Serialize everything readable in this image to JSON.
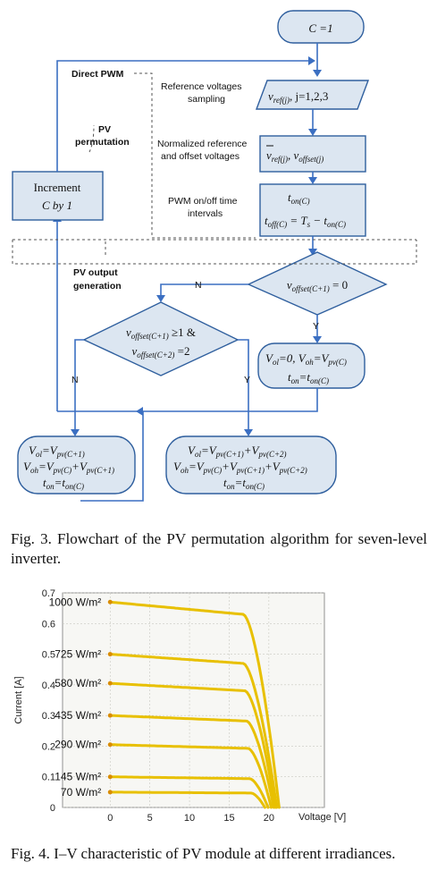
{
  "fig3": {
    "caption": "Fig. 3. Flowchart of the PV permutation algorithm for seven-level inverter.",
    "start": "C =1",
    "annotations": {
      "direct_pwm": "Direct PWM",
      "ref_sampling_1": "Reference voltages",
      "ref_sampling_2": "sampling",
      "normalized_1": "Normalized reference",
      "normalized_2": "and offset voltages",
      "pwm_times_1": "PWM on/off time",
      "pwm_times_2": "intervals",
      "pv_perm_1": "PV",
      "pv_perm_2": "permutation",
      "pv_output_1": "PV output",
      "pv_output_2": "generation"
    },
    "increment_1": "Increment",
    "increment_2": "C by 1",
    "ref_box": "v",
    "ref_box_sub": "ref(j)",
    "ref_box_tail": ", j=1,2,3",
    "labels": {
      "n1": "N",
      "y1": "Y",
      "n2": "N",
      "y2": "Y"
    }
  },
  "fig4": {
    "caption": "Fig. 4. I–V characteristic of PV module at different irradiances.",
    "ylabel": "Current  [A]",
    "xlabel": "Voltage [V]",
    "x_ticks": [
      "0",
      "5",
      "10",
      "15",
      "20"
    ],
    "y_ticks": [
      "0",
      "0.1",
      "0.2",
      "0.3",
      "0.4",
      "0.5",
      "0.6",
      "0.7"
    ]
  },
  "chart_data": {
    "type": "line",
    "xlabel": "Voltage [V]",
    "ylabel": "Current  [A]",
    "xlim": [
      -6,
      27
    ],
    "ylim": [
      0,
      0.7
    ],
    "grid": true,
    "series": [
      {
        "name": "1000 W/m²",
        "isc": 0.67,
        "voc": 21.3,
        "knee": 16.8
      },
      {
        "name": "725 W/m²",
        "isc": 0.5,
        "voc": 21.0,
        "knee": 16.8
      },
      {
        "name": "580 W/m²",
        "isc": 0.405,
        "voc": 20.8,
        "knee": 17.0
      },
      {
        "name": "435 W/m²",
        "isc": 0.3,
        "voc": 20.6,
        "knee": 17.2
      },
      {
        "name": "290 W/m²",
        "isc": 0.205,
        "voc": 20.3,
        "knee": 17.4
      },
      {
        "name": "145 W/m²",
        "isc": 0.1,
        "voc": 19.9,
        "knee": 17.6
      },
      {
        "name": "70 W/m²",
        "isc": 0.05,
        "voc": 19.5,
        "knee": 17.8
      }
    ]
  }
}
